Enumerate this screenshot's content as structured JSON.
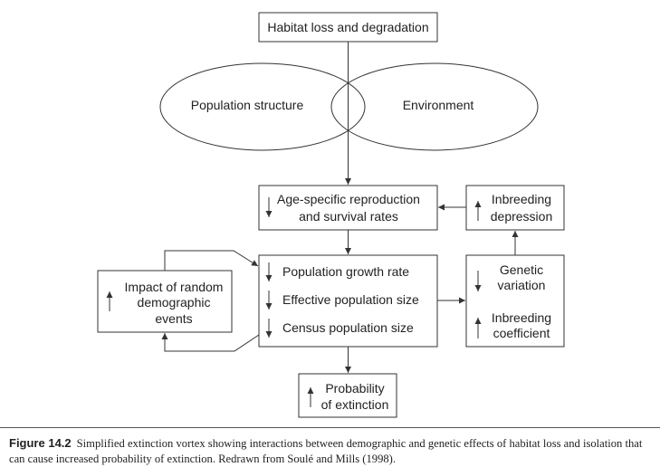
{
  "diagram": {
    "habitat": "Habitat loss and degradation",
    "population_structure": "Population structure",
    "environment": "Environment",
    "age_specific": {
      "line1": "Age-specific reproduction",
      "line2": "and survival rates",
      "direction": "down"
    },
    "inbreeding_depression": {
      "line1": "Inbreeding",
      "line2": "depression",
      "direction": "up"
    },
    "population_rates": {
      "growth_rate": "Population growth rate",
      "effective_size": "Effective population size",
      "census_size": "Census population size",
      "direction": "down"
    },
    "random_events": {
      "line1": "Impact of random",
      "line2": "demographic",
      "line3": "events",
      "direction": "up"
    },
    "genetic": {
      "genetic_line1": "Genetic",
      "genetic_line2": "variation",
      "genetic_direction": "down",
      "inbreeding_line1": "Inbreeding",
      "inbreeding_line2": "coefficient",
      "inbreeding_direction": "up"
    },
    "extinction": {
      "line1": "Probability",
      "line2": "of extinction",
      "direction": "up"
    }
  },
  "caption": {
    "label": "Figure 14.2",
    "text": "Simplified extinction vortex showing interactions between demographic and genetic effects of habitat loss and isolation that can cause increased probability of extinction. Redrawn from Soulé and Mills (1998)."
  }
}
